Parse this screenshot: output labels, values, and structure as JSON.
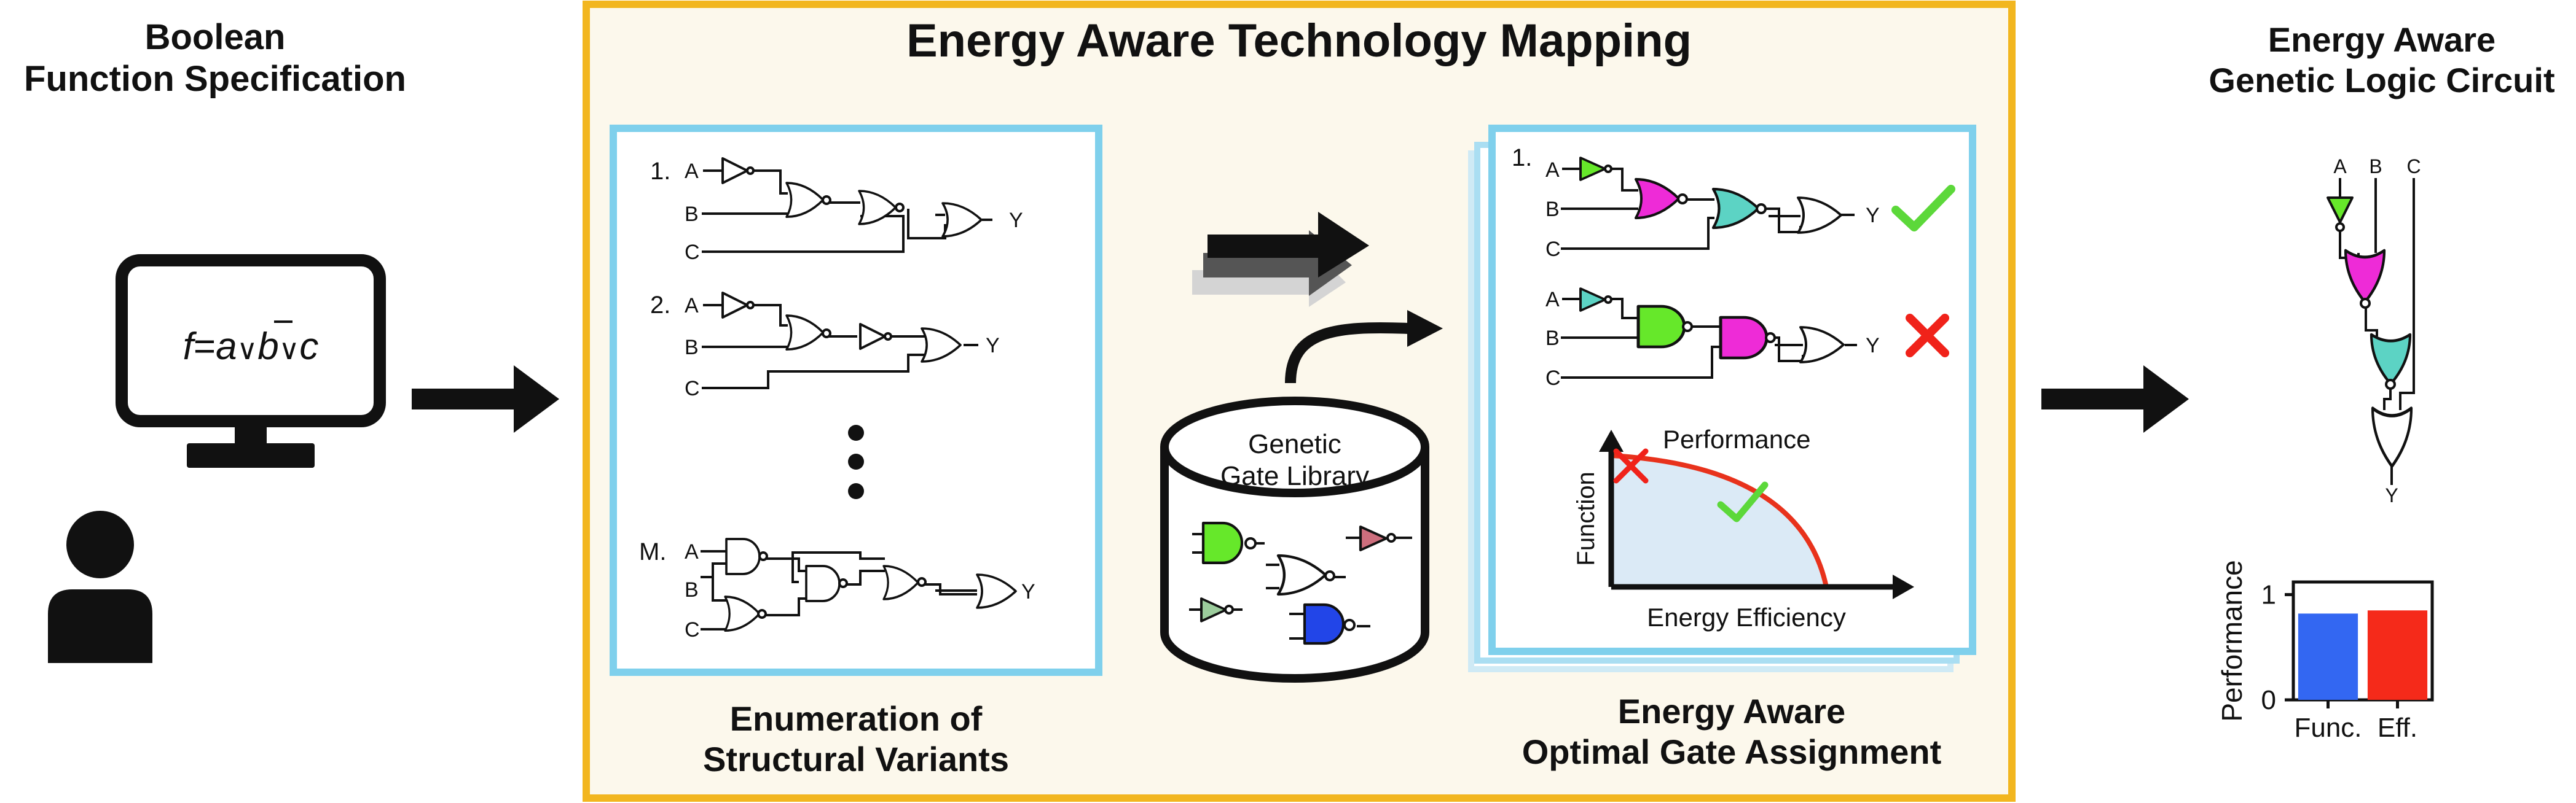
{
  "left": {
    "title_line1": "Boolean",
    "title_line2": "Function Specification",
    "formula_f": "f",
    "formula_eq": "=",
    "formula_a": "a",
    "formula_or1": "∨",
    "formula_b": "b",
    "formula_or2": "∨",
    "formula_c": "c"
  },
  "center": {
    "title": "Energy Aware Technology Mapping",
    "enum_caption_line1": "Enumeration of",
    "enum_caption_line2": "Structural Variants",
    "assign_caption_line1": "Energy Aware",
    "assign_caption_line2": "Optimal Gate Assignment",
    "library_line1": "Genetic",
    "library_line2": "Gate Library",
    "variants": [
      {
        "index": "1.",
        "inputs": [
          "A",
          "B",
          "C"
        ],
        "output": "Y"
      },
      {
        "index": "2.",
        "inputs": [
          "A",
          "B",
          "C"
        ],
        "output": "Y"
      },
      {
        "index": "M.",
        "inputs": [
          "A",
          "B",
          "C"
        ],
        "output": "Y"
      }
    ],
    "assignments": [
      {
        "index": "1.",
        "inputs": [
          "A",
          "B",
          "C"
        ],
        "output": "Y",
        "result": "accepted"
      },
      {
        "inputs": [
          "A",
          "B",
          "C"
        ],
        "output": "Y",
        "result": "rejected"
      }
    ],
    "tradeoff": {
      "curve_label": "Performance",
      "y_label": "Function",
      "x_label": "Energy Efficiency"
    }
  },
  "right": {
    "title_line1": "Energy Aware",
    "title_line2": "Genetic Logic Circuit",
    "circuit_inputs": [
      "A",
      "B",
      "C"
    ],
    "circuit_output": "Y"
  },
  "chart_data": {
    "type": "bar",
    "categories": [
      "Func.",
      "Eff."
    ],
    "values": [
      0.82,
      0.85
    ],
    "ylabel": "Performance",
    "ylim": [
      0,
      1.12
    ],
    "yticks": [
      "0",
      "1"
    ],
    "colors": [
      "#3367f2",
      "#f52a1a"
    ]
  },
  "colors": {
    "panel_border": "#f2b61f",
    "panel_fill": "#fcf8ec",
    "variant_frame": "#7fd0ec",
    "gate_magenta": "#ee2bd7",
    "gate_teal": "#5cd3c4",
    "gate_green": "#66e82a",
    "gate_blue": "#2245e8",
    "gate_rose": "#cd6e7d",
    "gate_sage": "#9ccc9c",
    "check": "#5cd83a",
    "cross": "#f0221a",
    "curve": "#e8321c",
    "region": "#dbeaf6"
  }
}
